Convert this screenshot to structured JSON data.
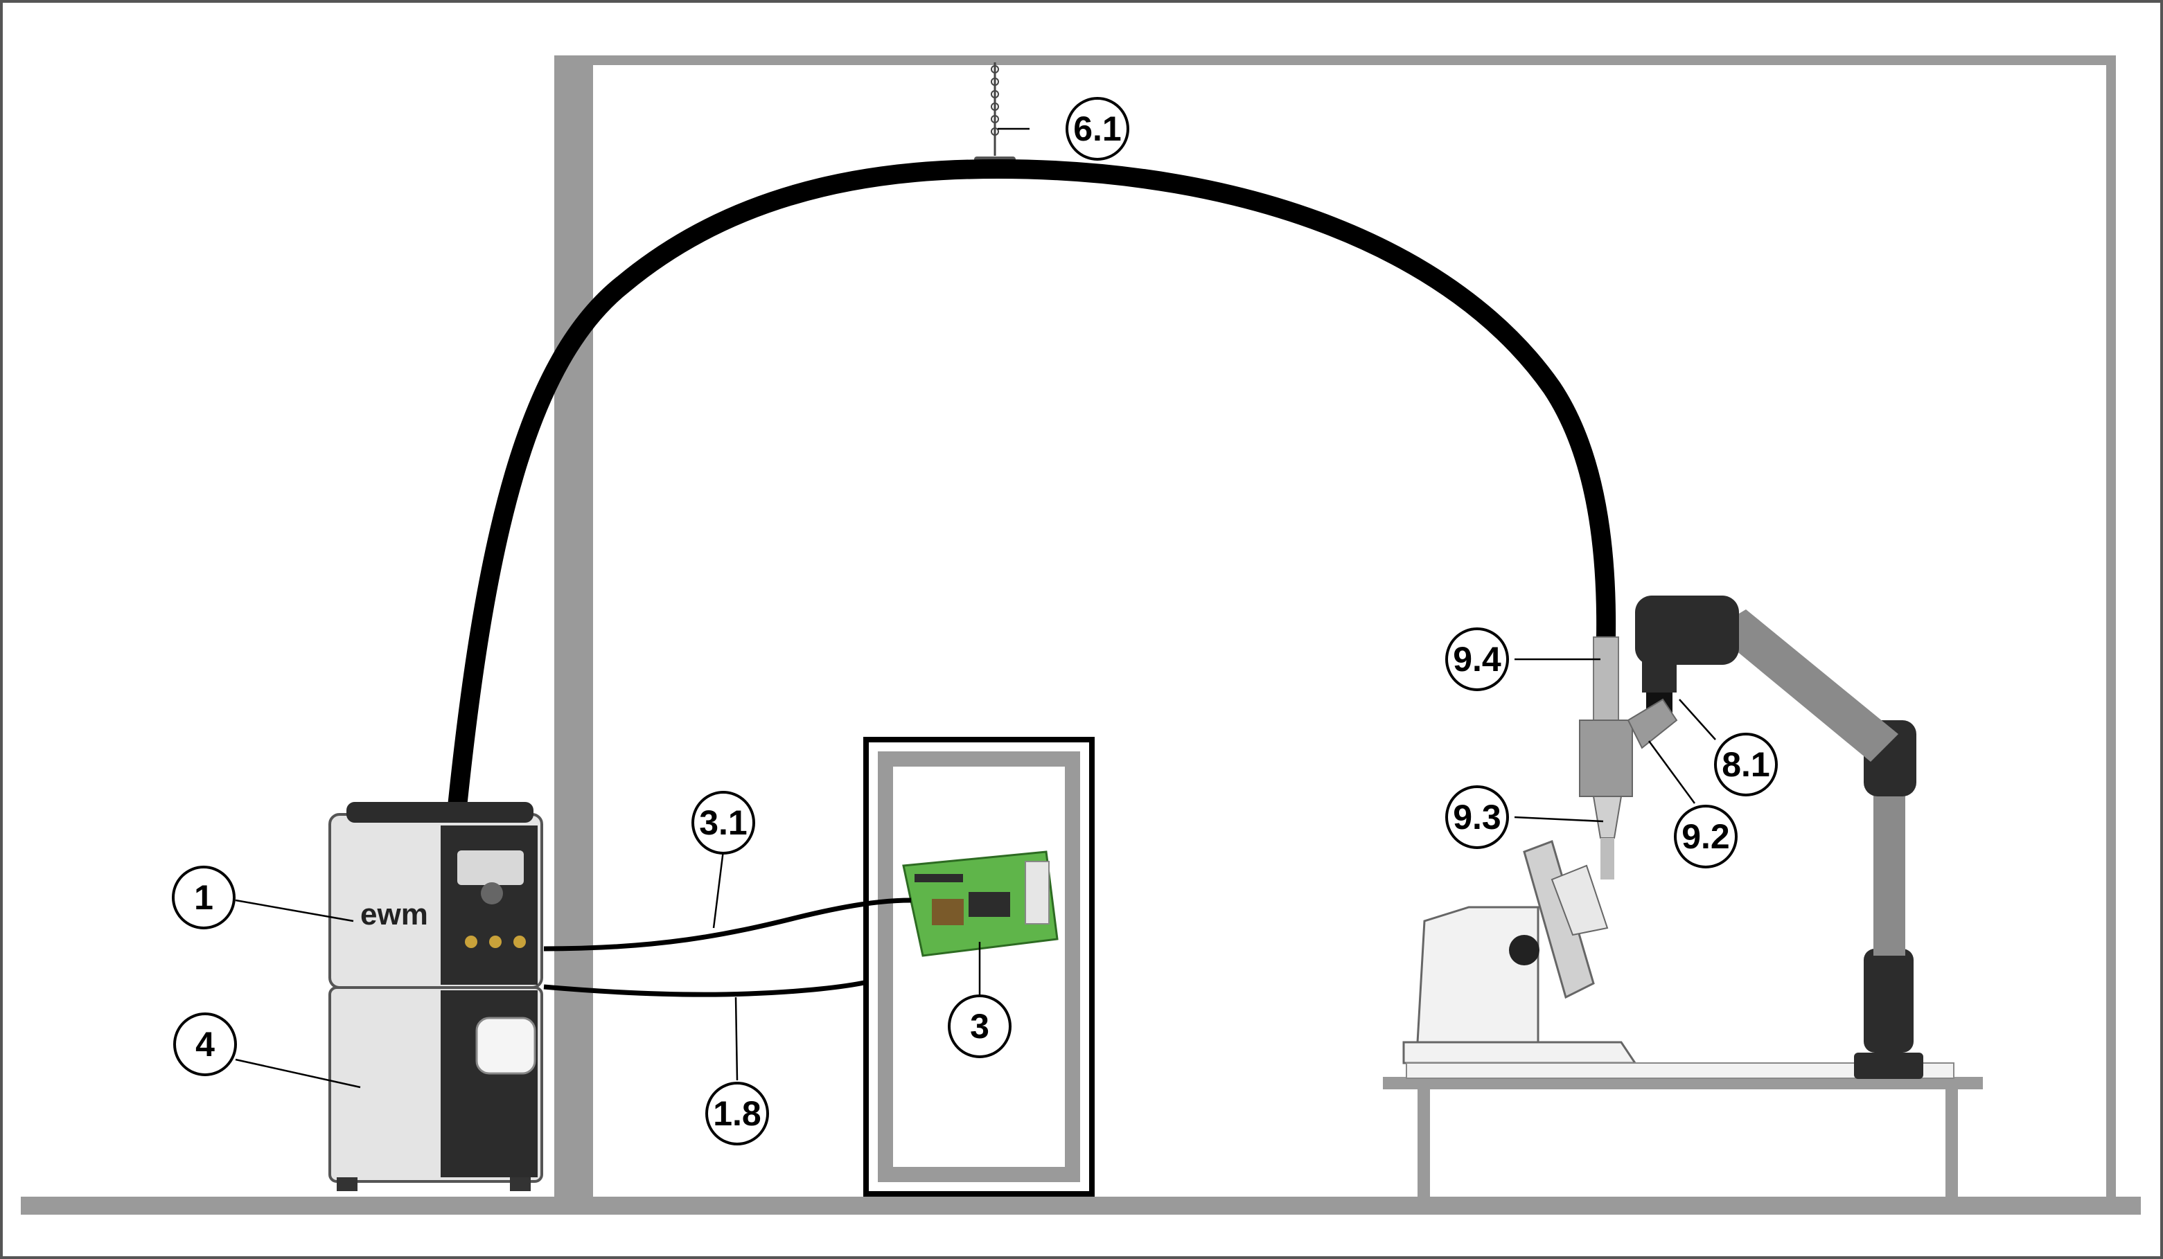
{
  "callouts": {
    "c1": {
      "label": "1"
    },
    "c4": {
      "label": "4"
    },
    "c3": {
      "label": "3"
    },
    "c31": {
      "label": "3.1"
    },
    "c18": {
      "label": "1.8"
    },
    "c61": {
      "label": "6.1"
    },
    "c94": {
      "label": "9.4"
    },
    "c93": {
      "label": "9.3"
    },
    "c81": {
      "label": "8.1"
    },
    "c92": {
      "label": "9.2"
    }
  },
  "brand": {
    "logo_text": "ewm"
  },
  "colors": {
    "structure": "#9a9a9a",
    "hose": "#000000",
    "pcb": "#5fb54a",
    "robot": "#8a8a8a",
    "machine": "#e4e4e4"
  }
}
